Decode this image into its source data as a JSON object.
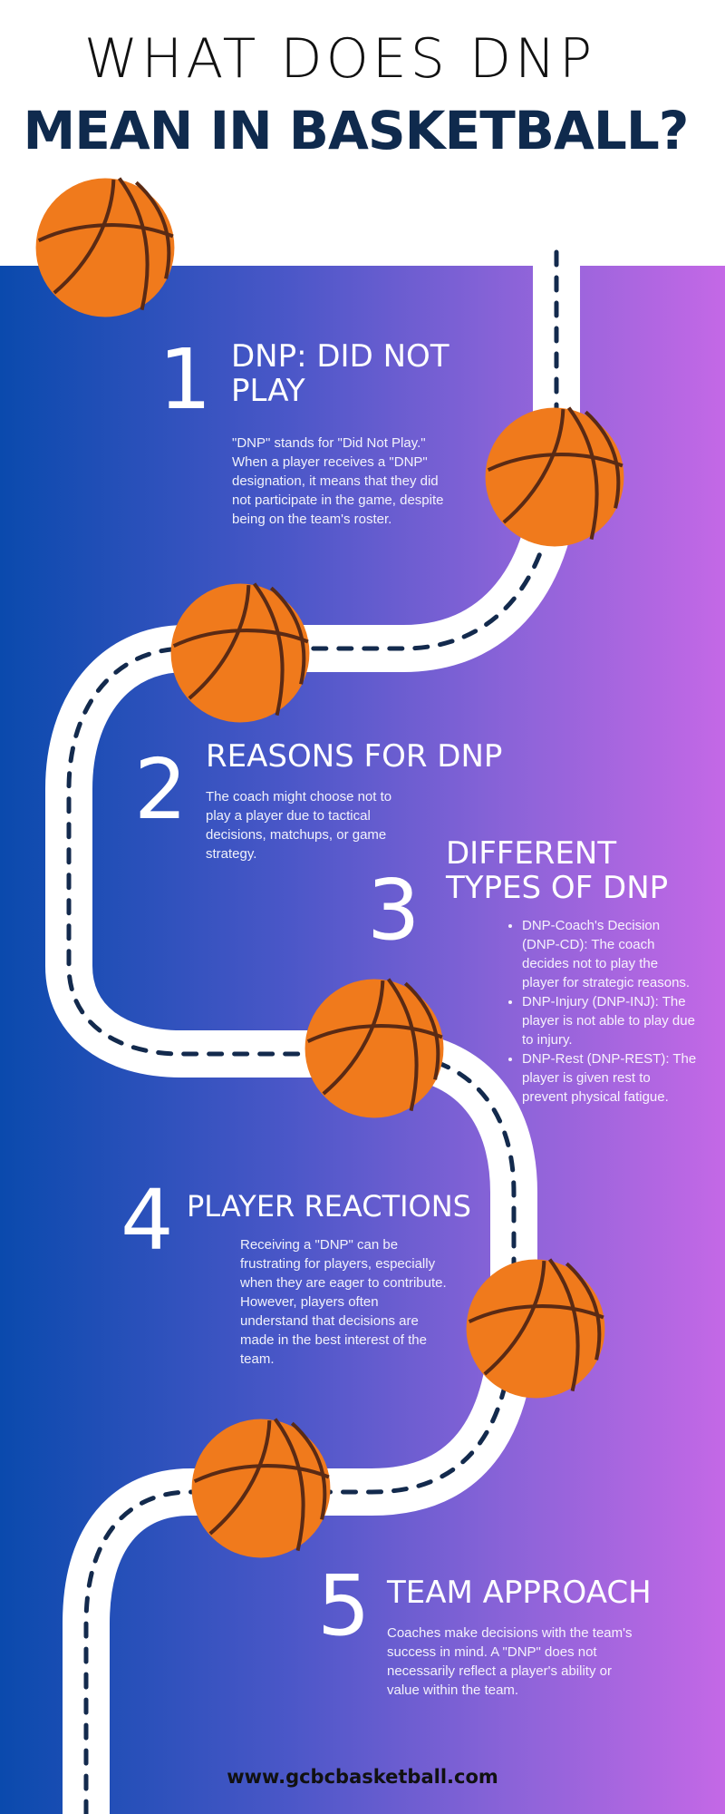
{
  "header": {
    "line1": "WHAT DOES DNP",
    "line2": "MEAN IN BASKETBALL?"
  },
  "sections": [
    {
      "number": "1",
      "title": "DNP: DID NOT PLAY",
      "body": "\"DNP\" stands for \"Did Not Play.\" When a player receives a \"DNP\" designation, it means that they did not participate in the game, despite being on the team's roster."
    },
    {
      "number": "2",
      "title": "REASONS FOR DNP",
      "body": "The coach might choose not to play a player due to tactical decisions, matchups, or game strategy."
    },
    {
      "number": "3",
      "title": "DIFFERENT TYPES OF DNP",
      "bullets": [
        "DNP-Coach's Decision (DNP-CD): The coach decides not to play the player for strategic reasons.",
        "DNP-Injury (DNP-INJ): The player is not able to play due to injury.",
        "DNP-Rest (DNP-REST): The player is given rest to prevent physical fatigue."
      ]
    },
    {
      "number": "4",
      "title": "PLAYER REACTIONS",
      "body": "Receiving a \"DNP\" can be frustrating for players, especially when they are eager to contribute. However, players often understand that decisions are made in the best interest of the team."
    },
    {
      "number": "5",
      "title": "TEAM APPROACH",
      "body": "Coaches make decisions with the team's success in mind. A \"DNP\" does not necessarily reflect a player's ability or value within the team."
    }
  ],
  "footer": {
    "website": "www.gcbcbasketball.com"
  },
  "colors": {
    "gradient_left": "#0a4aad",
    "gradient_right": "#c468e6",
    "ball": "#f07a1c",
    "ball_seam": "#5a2a14",
    "road": "#ffffff",
    "road_dash": "#132a4d",
    "title_dark": "#0f2a4d"
  },
  "icons": {
    "ball": "basketball-icon"
  }
}
